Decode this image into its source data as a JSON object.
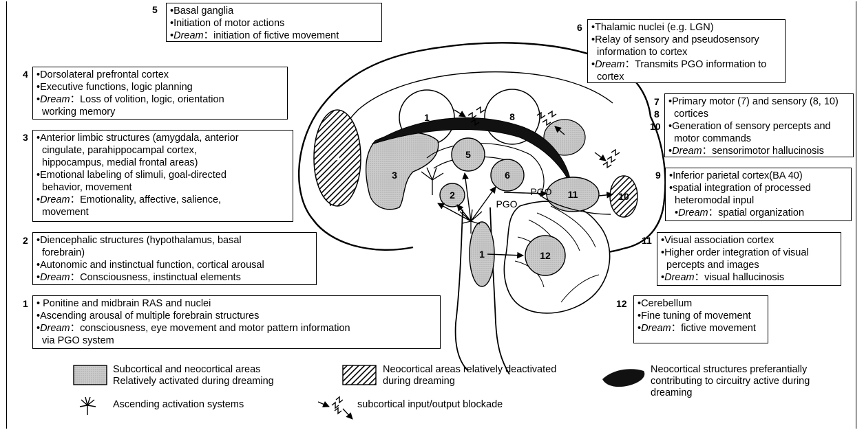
{
  "boxes": {
    "b5": {
      "num": "5",
      "lines": [
        "•Basal ganglia",
        "•Initiation of motor actions"
      ],
      "dream": "：initiation of fictive movement"
    },
    "b4": {
      "num": "4",
      "lines": [
        "•Dorsolateral prefrontal cortex",
        "•Executive functions, logic planning"
      ],
      "dream": "：Loss of volition, logic, orientation",
      "extra": [
        "working memory"
      ]
    },
    "b3": {
      "num": "3",
      "lines": [
        "•Anterior limbic structures (amygdala, anterior",
        "cingulate, parahippocampal cortex,",
        "hippocampus, medial frontal areas)",
        "•Emotional labeling of slimuli, goal-directed",
        "behavior, movement"
      ],
      "dream": "：Emotionality, affective, salience,",
      "extra": [
        "movement"
      ]
    },
    "b2": {
      "num": "2",
      "lines": [
        "•Diencephalic structures (hypothalamus, basal",
        "forebrain)",
        "•Autonomic and instinctual function, cortical arousal"
      ],
      "dream": "：Consciousness, instinctual elements"
    },
    "b1": {
      "num": "1",
      "lines": [
        "• Ponitine and midbrain RAS and nuclei",
        "•Ascending arousal of multiple forebrain structures"
      ],
      "dream": "：consciousness, eye movement and motor pattern information",
      "extra": [
        "via PGO system"
      ]
    },
    "b6": {
      "num": "6",
      "lines": [
        "•Thalamic nuclei (e.g. LGN)",
        "•Relay of sensory and pseudosensory",
        "information to cortex"
      ],
      "dream": "：Transmits PGO information to",
      "extra": [
        "cortex"
      ]
    },
    "b7": {
      "nums": [
        "7",
        "8",
        "10"
      ],
      "lines": [
        "•Primary motor (7) and sensory (8, 10)",
        "cortices",
        "•Generation of sensory percepts and",
        "motor commands"
      ],
      "dream": "：sensorimotor hallucinosis"
    },
    "b9": {
      "num": "9",
      "lines": [
        "•Inferior parietal cortex(BA 40)",
        "•spatial integration of processed",
        "heteromodal inpul"
      ],
      "dream": "：spatial organization"
    },
    "b11": {
      "num": "11",
      "lines": [
        "•Visual association cortex",
        "•Higher order integration of visual",
        "percepts and images"
      ],
      "dream": "：visual hallucinosis"
    },
    "b12": {
      "num": "12",
      "lines": [
        "•Cerebellum",
        "•Fine tuning of movement"
      ],
      "dream": "：fictive movement"
    }
  },
  "dream_word": "Dream",
  "bullet": "•",
  "regions": {
    "r1a": "1",
    "r8": "8",
    "r4": "4",
    "r3": "3",
    "r5": "5",
    "r2": "2",
    "r6": "6",
    "r11": "11",
    "r10": "10",
    "r1b": "1",
    "r12": "12"
  },
  "pgo_labels": [
    "PGO",
    "PGO"
  ],
  "legend": {
    "activated": [
      "Subcortical and neocortical areas",
      "Relatively activated during dreaming"
    ],
    "deactivated": [
      "Neocortical areas relatively deactivated",
      "during dreaming"
    ],
    "circuitry": [
      "Neocortical structures preferantially",
      "contributing to circuitry active during",
      "dreaming"
    ],
    "ascending": [
      "Ascending activation systems"
    ],
    "blockade": [
      "subcortical input/output blockade"
    ]
  },
  "colors": {
    "fill": "#c9c9c9",
    "stroke": "#000000",
    "background": "#ffffff"
  }
}
